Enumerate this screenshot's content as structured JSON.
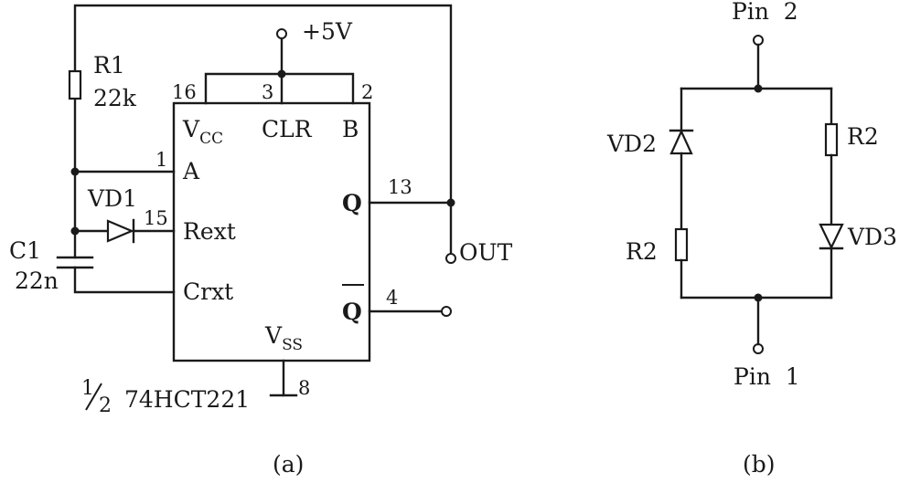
{
  "diagram_a": {
    "supply": "+5V",
    "resistor": {
      "name": "R1",
      "value": "22k"
    },
    "capacitor": {
      "name": "C1",
      "value": "22n"
    },
    "diode": "VD1",
    "output": "OUT",
    "chip": {
      "part_fraction_num": "1",
      "part_fraction_den": "2",
      "part_name": "74HCT221",
      "vcc_main": "V",
      "vcc_sub": "CC",
      "vss_main": "V",
      "vss_sub": "SS",
      "clr": "CLR",
      "b": "B",
      "a": "A",
      "rext": "Rext",
      "crxt": "Crxt",
      "q": "Q",
      "qbar": "Q"
    },
    "pins": {
      "vcc": "16",
      "clr": "3",
      "b": "2",
      "a": "1",
      "rext": "15",
      "q": "13",
      "qbar": "4",
      "vss": "8"
    },
    "caption": "(a)"
  },
  "diagram_b": {
    "pin_top": "Pin  2",
    "pin_bottom": "Pin  1",
    "diode_left": "VD2",
    "diode_right": "VD3",
    "resistor_left": "R2",
    "resistor_right": "R2",
    "caption": "(b)"
  }
}
